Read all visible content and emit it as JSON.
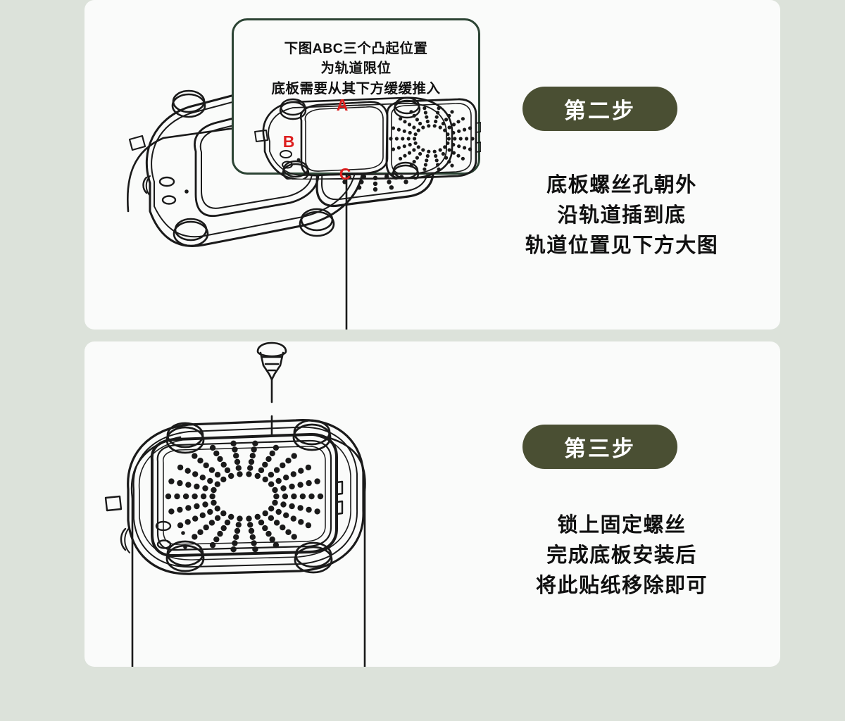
{
  "document": {
    "type": "product-installation-instruction-sheet",
    "language": "zh-CN",
    "background_color": "#dce2da",
    "panel_color": "#fafbfa",
    "accent_color": "#4a4f33",
    "callout_border_color": "#2c4434",
    "label_color": "#dd1f1f",
    "line_art_color": "#1a1a1a"
  },
  "panels": [
    {
      "id": "step-two",
      "badge": "第二步",
      "callout": {
        "text": "下图ABC三个凸起位置\n为轨道限位\n底板需要从其下方缓缓推入",
        "labels": [
          "A",
          "B",
          "C"
        ]
      },
      "body_text": "底板螺丝孔朝外\n沿轨道插到底\n轨道位置见下方大图",
      "illustration": "device-base-with-baseplate-partially-inserted"
    },
    {
      "id": "step-three",
      "badge": "第三步",
      "body_text": "锁上固定螺丝\n完成底板安装后\n将此贴纸移除即可",
      "illustration": "device-base-with-screw-being-fastened"
    }
  ],
  "icons": {
    "screw": "screw-icon",
    "arrow": "callout-arrow-icon",
    "vent": "vent-grille-icon"
  }
}
